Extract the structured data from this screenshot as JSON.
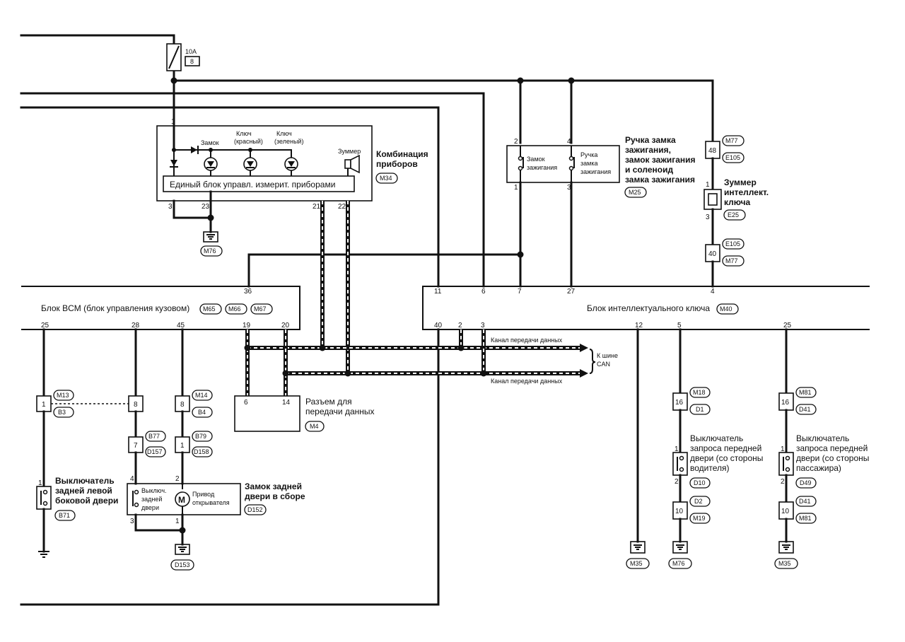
{
  "fuse": {
    "rating": "10A",
    "number": "8"
  },
  "combo": {
    "title_l1": "Комбинация",
    "title_l2": "приборов",
    "conn": "M34",
    "unit_label": "Единый блок управл. измерит. приборами",
    "led_lock": "Замок",
    "led_red_l1": "Ключ",
    "led_red_l2": "(красный)",
    "led_green_l1": "Ключ",
    "led_green_l2": "(зеленый)",
    "buzzer": "Зуммер",
    "pins": {
      "p1": "1",
      "p3": "3",
      "p23": "23",
      "p21": "21",
      "p22": "22"
    },
    "ground": "M76"
  },
  "ign": {
    "label_lock_l1": "Замок",
    "label_lock_l2": "зажигания",
    "label_handle_l1": "Ручка",
    "label_handle_l2": "замка",
    "label_handle_l3": "зажигания",
    "title_l1": "Ручка замка",
    "title_l2": "зажигания,",
    "title_l3": "замок зажигания",
    "title_l4": "и соленоид",
    "title_l5": "замка зажигания",
    "conn": "M25",
    "pins": {
      "p2": "2",
      "p1": "1",
      "p4": "4",
      "p3": "3"
    }
  },
  "buzzer": {
    "title_l1": "Зуммер",
    "title_l2": "интеллект.",
    "title_l3": "ключа",
    "conn": "E25",
    "c_top_pin": "48",
    "c_top_a": "M77",
    "c_top_b": "E105",
    "c_bot_pin": "40",
    "c_bot_a": "E105",
    "c_bot_b": "M77",
    "pin1": "1",
    "pin3": "3"
  },
  "bcm": {
    "label": "Блок BCM (блок управления кузовом)",
    "conns": [
      "M65",
      "M66",
      "M67"
    ],
    "pins": {
      "p36": "36",
      "p25": "25",
      "p28": "28",
      "p45": "45",
      "p19": "19",
      "p20": "20"
    }
  },
  "ikey": {
    "label": "Блок интеллектуального ключа",
    "conn": "M40",
    "pins": {
      "p11": "11",
      "p6": "6",
      "p7": "7",
      "p27": "27",
      "p4": "4",
      "p40": "40",
      "p2": "2",
      "p3": "3",
      "p12": "12",
      "p5": "5",
      "p25": "25"
    }
  },
  "can": {
    "line1": "Канал передачи данных",
    "line2": "Канал передачи данных",
    "bus_l1": "К шине",
    "bus_l2": "CAN"
  },
  "dlc": {
    "title_l1": "Разъем для",
    "title_l2": "передачи данных",
    "conn": "M4",
    "pin6": "6",
    "pin14": "14"
  },
  "rear_left": {
    "conn_pin": "1",
    "conn_a": "M13",
    "conn_b": "B3",
    "pin1": "1",
    "title_l1": "Выключатель",
    "title_l2": "задней левой",
    "title_l3": "боковой двери",
    "sw_conn": "B71"
  },
  "back_door": {
    "c1_pin": "8",
    "c2_pin": "8",
    "c2_a": "M14",
    "c2_b": "B4",
    "c3_pin": "7",
    "c3_a": "B77",
    "c3_b": "D157",
    "c4_pin": "1",
    "c4_a": "B79",
    "c4_b": "D158",
    "sw_l1": "Выключ.",
    "sw_l2": "задней",
    "sw_l3": "двери",
    "motor_l1": "Привод",
    "motor_l2": "открывателя",
    "motor_symbol": "M",
    "title_l1": "Замок задней",
    "title_l2": "двери в сборе",
    "conn": "D152",
    "pin4": "4",
    "pin2": "2",
    "pin3": "3",
    "pin1": "1",
    "ground": "D153"
  },
  "ground_m35a": "M35",
  "driver": {
    "c1_pin": "16",
    "c1_a": "M18",
    "c1_b": "D1",
    "pin1": "1",
    "pin2": "2",
    "title_l1": "Выключатель",
    "title_l2": "запроса передней",
    "title_l3": "двери (со стороны",
    "title_l4": "водителя)",
    "sw_conn": "D10",
    "c2_pin": "10",
    "c2_a": "D2",
    "c2_b": "M19",
    "ground": "M76"
  },
  "passenger": {
    "c1_pin": "16",
    "c1_a": "M81",
    "c1_b": "D41",
    "pin1": "1",
    "pin2": "2",
    "title_l1": "Выключатель",
    "title_l2": "запроса передней",
    "title_l3": "двери (со стороны",
    "title_l4": "пассажира)",
    "sw_conn": "D49",
    "c2_pin": "10",
    "c2_a": "D41",
    "c2_b": "M81",
    "ground": "M35"
  }
}
